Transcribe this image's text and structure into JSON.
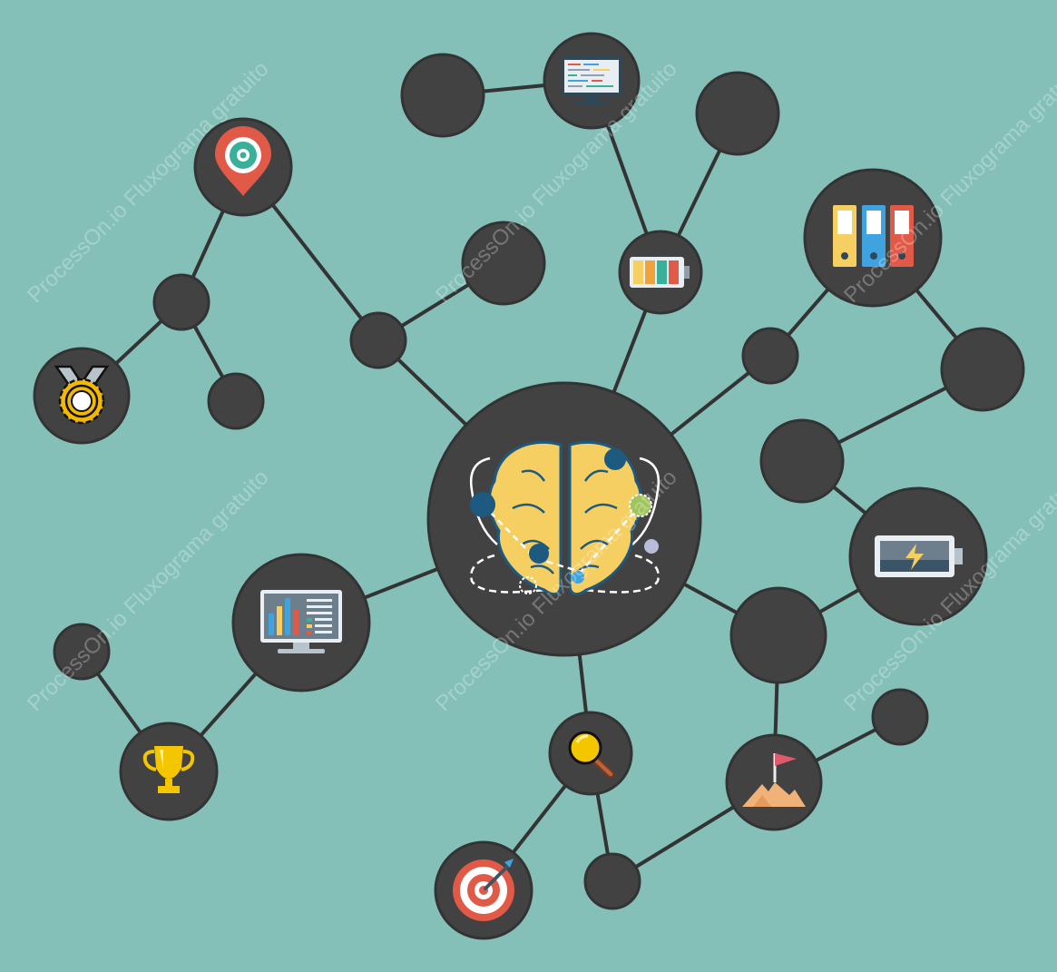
{
  "colors": {
    "background": "#84c0b8",
    "node_fill": "#424242",
    "node_stroke": "#333333",
    "edge": "#333333",
    "brain": "#f6cf63",
    "brain_dark": "#1e5a80"
  },
  "watermark": {
    "text": "ProcessOn.io Fluxograma gratuito"
  },
  "nodes": [
    {
      "id": "brain-center",
      "icon": "brain-icon"
    },
    {
      "id": "gear-pin",
      "icon": "location-gear-icon"
    },
    {
      "id": "monitor-code",
      "icon": "code-monitor-icon"
    },
    {
      "id": "battery-colors",
      "icon": "battery-bars-icon"
    },
    {
      "id": "binders",
      "icon": "binders-icon"
    },
    {
      "id": "medal",
      "icon": "medal-icon"
    },
    {
      "id": "dashboard",
      "icon": "dashboard-monitor-icon"
    },
    {
      "id": "battery-charging",
      "icon": "battery-charging-icon"
    },
    {
      "id": "trophy",
      "icon": "trophy-icon"
    },
    {
      "id": "search",
      "icon": "magnifier-icon"
    },
    {
      "id": "mountain-flag",
      "icon": "mountain-flag-icon"
    },
    {
      "id": "target",
      "icon": "target-icon"
    }
  ]
}
